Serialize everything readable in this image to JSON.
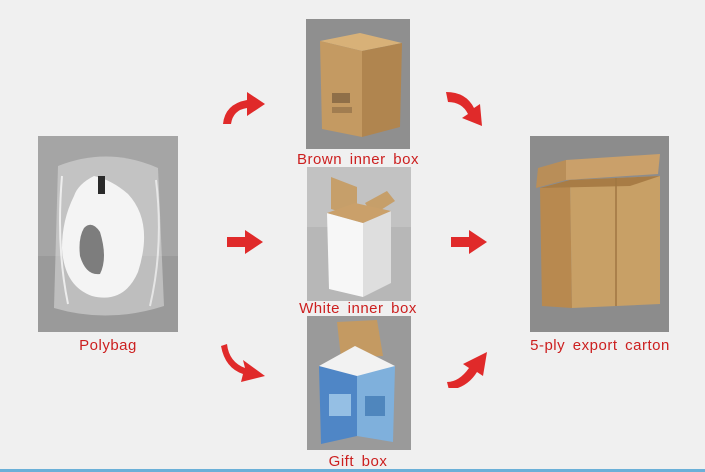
{
  "labels": {
    "polybag": "Polybag",
    "brown_inner_box": "Brown inner box",
    "white_inner_box": "White inner box",
    "gift_box": "Gift box",
    "export_carton": "5-ply export carton"
  },
  "colors": {
    "arrow": "#e02a2a",
    "label": "#cc1f1f",
    "background": "#f0f0f0",
    "photo_bg": "#8f8f8f",
    "cardboard": "#c49a62"
  },
  "icons": [
    "curved-arrow-up-right",
    "right-arrow",
    "curved-arrow-down-right"
  ]
}
